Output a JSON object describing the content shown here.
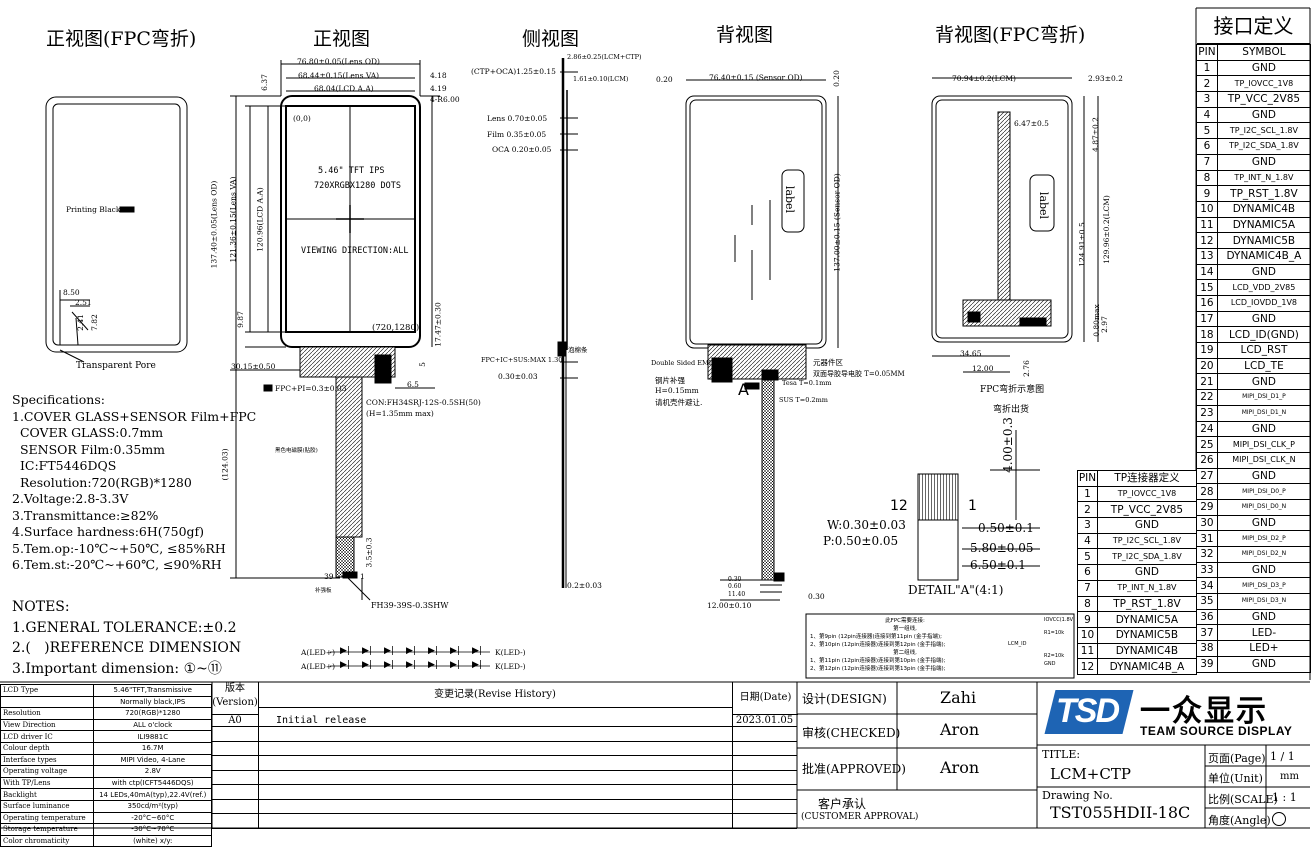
{
  "views": {
    "front_fpc_bent": "正视图(FPC弯折)",
    "front": "正视图",
    "side": "侧视图",
    "back": "背视图",
    "back_fpc_bent": "背视图(FPC弯折)"
  },
  "front_bent_labels": {
    "printing_black": "Printing Black",
    "transparent_pore": "Transparent Pore",
    "d1": "8.50",
    "d2": "2.51",
    "d3": "2.41",
    "d4": "7.82"
  },
  "front_labels": {
    "d_lens_od": "76.80±0.05(Lens OD)",
    "d_lens_va": "68.44±0.15(Lens VA)",
    "d_lcd_aa": "68.04(LCD A.A)",
    "r_418": "4.18",
    "r_419": "4.19",
    "r_4r": "4-R6.00",
    "l_637": "6.37",
    "origin": "(0,0)",
    "panel_line1": "5.46\" TFT IPS",
    "panel_line2": "720XRGBX1280 DOTS",
    "panel_line3": "VIEWING DIRECTION:ALL",
    "corner": "(720,1280)",
    "v_lens_od": "137.40±0.05(Lens OD)",
    "v_lens_va": "121.36±0.15(Lens VA)",
    "v_lcd_aa": "120.96(LCD A.A)",
    "v_987": "9.87",
    "v_1747": "17.47±0.30",
    "h_3015": "30.15±0.50",
    "h_65": "6.5",
    "v_5": "5",
    "fpc_pi": "FPC+PI=0.3±0.03",
    "con": "CON:FH34SRJ-12S-0.5SH(50)",
    "con_h": "(H=1.35mm max)",
    "black_tape": "黑色电磁膜(贴胶)",
    "v_124": "(124.03)",
    "v_35": "3.5±0.3",
    "pin39": "39",
    "pin1": "1",
    "fh39": "FH39-39S-0.3SHW",
    "stiffener": "补强板"
  },
  "side_labels": {
    "total": "2.86±0.25(LCM+CTP)",
    "ctp": "(CTP+OCA)1.25±0.15",
    "lcm": "1.61±0.10(LCM)",
    "lens": "Lens 0.70±0.05",
    "film": "Film 0.35±0.05",
    "oca": "OCA 0.20±0.05",
    "fpc_ic": "FPC+IC+SUS:MAX 1.30",
    "t030": "0.30±0.03",
    "t02": "0.2±0.03",
    "foam": "泡棉条"
  },
  "back_labels": {
    "left": "0.20",
    "top": "76.40±0.15 (Sensor OD)",
    "right": "0.20",
    "label": "label",
    "v_sensor": "137.00±0.15 (Sensor OD)",
    "tape": "Double Sided EMI",
    "comp": "元器件区",
    "tape2": "双面导胶导电胶 T=0.05MM",
    "steel": "钢片补强",
    "steel_h": "H=0.15mm",
    "note": "请机壳件避让.",
    "A": "A",
    "tesa": "Tesa T=0.1mm",
    "sus": "SUS T=0.2mm",
    "b030": "0.30",
    "b060": "0.60",
    "b11": "11.40",
    "b12": "12.00±0.10",
    "b030b": "0.30"
  },
  "back_bent_labels": {
    "d_lcm": "70.94±0.2(LCM)",
    "r293": "2.93±0.2",
    "fpc_w": "6.47±0.5",
    "v487": "4.87±0.2",
    "label": "label",
    "v12491": "124.91±0.5",
    "v12996": "129.96±0.2(LCM)",
    "v080": "0.80max",
    "v297": "2.97",
    "h3465": "34.65",
    "h12": "12.00",
    "v276": "2.76",
    "caption": "FPC弯折示意图",
    "caption2": "弯折出货"
  },
  "detail": {
    "n12": "12",
    "n1": "1",
    "v400": "4.00±0.3",
    "w": "W:0.30±0.03",
    "p": "P:0.50±0.05",
    "d050": "0.50±0.1",
    "d580": "5.80±0.05",
    "d650": "6.50±0.1",
    "title": "DETAIL\"A\"(4:1)"
  },
  "specifications": {
    "heading": "Specifications:",
    "lines": [
      "1.COVER GLASS+SENSOR Film+FPC",
      "  COVER GLASS:0.7mm",
      "  SENSOR Film:0.35mm",
      "  IC:FT5446DQS",
      "  Resolution:720(RGB)*1280",
      "2.Voltage:2.8-3.3V",
      "3.Transmittance:≥82%",
      "4.Surface hardness:6H(750gf)",
      "5.Tem.op:-10℃~+50℃, ≤85%RH",
      "6.Tem.st:-20℃~+60℃, ≤90%RH"
    ]
  },
  "notes": {
    "heading": "NOTES:",
    "lines": [
      "1.GENERAL TOLERANCE:±0.2",
      "2.(   )REFERENCE DIMENSION",
      "3.Important dimension: ①~⑪"
    ]
  },
  "led": {
    "a1": "A(LED+)",
    "a2": "A(LED+)",
    "k1": "K(LED-)",
    "k2": "K(LED-)"
  },
  "tp_note": {
    "h1": "此FPC需要连接:",
    "h2": "第一组线,",
    "l1": "1、第9pin (12pin连接器)连接到第11pin (金手指端);",
    "l2": "2、第10pin (12pin连接器)连接到第12pin (金手指端);",
    "h3": "第二组线,",
    "l3": "1、第11pin (12pin连接器)连接到第10pin (金手指端);",
    "l4": "2、第12pin (12pin连接器)连接到第13pin (金手指端);",
    "c1": "IOVCC(1.8V)",
    "c2": "R1=10k",
    "c3": "LCM_ID",
    "c4": "R2=10k",
    "c5": "GND"
  },
  "interface": {
    "title": "接口定义",
    "h_pin": "PIN",
    "h_symbol": "SYMBOL",
    "rows": [
      [
        "1",
        "GND"
      ],
      [
        "2",
        "TP_IOVCC_1V8"
      ],
      [
        "3",
        "TP_VCC_2V85"
      ],
      [
        "4",
        "GND"
      ],
      [
        "5",
        "TP_I2C_SCL_1.8V"
      ],
      [
        "6",
        "TP_I2C_SDA_1.8V"
      ],
      [
        "7",
        "GND"
      ],
      [
        "8",
        "TP_INT_N_1.8V"
      ],
      [
        "9",
        "TP_RST_1.8V"
      ],
      [
        "10",
        "DYNAMIC4B"
      ],
      [
        "11",
        "DYNAMIC5A"
      ],
      [
        "12",
        "DYNAMIC5B"
      ],
      [
        "13",
        "DYNAMIC4B_A"
      ],
      [
        "14",
        "GND"
      ],
      [
        "15",
        "LCD_VDD_2V85"
      ],
      [
        "16",
        "LCD_IOVDD_1V8"
      ],
      [
        "17",
        "GND"
      ],
      [
        "18",
        "LCD_ID(GND)"
      ],
      [
        "19",
        "LCD_RST"
      ],
      [
        "20",
        "LCD_TE"
      ],
      [
        "21",
        "GND"
      ],
      [
        "22",
        "MIPI_DSI_D1_P"
      ],
      [
        "23",
        "MIPI_DSI_D1_N"
      ],
      [
        "24",
        "GND"
      ],
      [
        "25",
        "MIPI_DSI_CLK_P"
      ],
      [
        "26",
        "MIPI_DSI_CLK_N"
      ],
      [
        "27",
        "GND"
      ],
      [
        "28",
        "MIPI_DSI_D0_P"
      ],
      [
        "29",
        "MIPI_DSI_D0_N"
      ],
      [
        "30",
        "GND"
      ],
      [
        "31",
        "MIPI_DSI_D2_P"
      ],
      [
        "32",
        "MIPI_DSI_D2_N"
      ],
      [
        "33",
        "GND"
      ],
      [
        "34",
        "MIPI_DSI_D3_P"
      ],
      [
        "35",
        "MIPI_DSI_D3_N"
      ],
      [
        "36",
        "GND"
      ],
      [
        "37",
        "LED-"
      ],
      [
        "38",
        "LED+"
      ],
      [
        "39",
        "GND"
      ]
    ]
  },
  "tp_connector": {
    "h_pin": "PIN",
    "h_def": "TP连接器定义",
    "rows": [
      [
        "1",
        "TP_IOVCC_1V8"
      ],
      [
        "2",
        "TP_VCC_2V85"
      ],
      [
        "3",
        "GND"
      ],
      [
        "4",
        "TP_I2C_SCL_1.8V"
      ],
      [
        "5",
        "TP_I2C_SDA_1.8V"
      ],
      [
        "6",
        "GND"
      ],
      [
        "7",
        "TP_INT_N_1.8V"
      ],
      [
        "8",
        "TP_RST_1.8V"
      ],
      [
        "9",
        "DYNAMIC5A"
      ],
      [
        "10",
        "DYNAMIC5B"
      ],
      [
        "11",
        "DYNAMIC4B"
      ],
      [
        "12",
        "DYNAMIC4B_A"
      ]
    ]
  },
  "lcd_table": {
    "rows": [
      [
        "LCD Type",
        "5.46\"TFT,Transmissive"
      ],
      [
        "",
        "Normally black,IPS"
      ],
      [
        "Resolution",
        "720(RGB)*1280"
      ],
      [
        "View Direction",
        "ALL o'clock"
      ],
      [
        "LCD driver IC",
        "ILI9881C"
      ],
      [
        "Colour depth",
        "16.7M"
      ],
      [
        "Interface types",
        "MIPI Video, 4-Lane"
      ],
      [
        "Operating voltage",
        "2.8V"
      ],
      [
        "With TP/Lens",
        "with ctp(ICFT5446DQS)"
      ],
      [
        "Backlight",
        "14 LEDs,40mA(typ),22.4V(ref.)"
      ],
      [
        "Surface luminance",
        "350cd/m²(typ)"
      ],
      [
        "Operating temperature",
        "-20°C~60°C"
      ],
      [
        "Storage temperature",
        "-30°C~70°C"
      ],
      [
        "Color chromaticity",
        "(white) x/y:"
      ]
    ]
  },
  "revision": {
    "h_ver": "版本",
    "h_ver2": "(Version)",
    "h_rec": "变更记录(Revise History)",
    "h_date": "日期(Date)",
    "ver": "A0",
    "rec": "Initial release",
    "date": "2023.01.05"
  },
  "title_block": {
    "design_label": "设计(DESIGN)",
    "design": "Zahi",
    "check_label": "审核(CHECKED)",
    "check": "Aron",
    "approve_label": "批准(APPROVED)",
    "approve": "Aron",
    "cust_label": "客户承认",
    "cust_label2": "(CUSTOMER APPROVAL)",
    "logo": "TSD",
    "brand_cn": "一众显示",
    "brand_en": "TEAM SOURCE DISPLAY",
    "title_label": "TITLE:",
    "title": "LCM+CTP",
    "drawing_label": "Drawing No.",
    "drawing": "TST055HDII-18C",
    "page_label": "页面(Page)",
    "page": "1 / 1",
    "unit_label": "单位(Unit)",
    "unit": "mm",
    "scale_label": "比例(SCALE)",
    "scale": "1 : 1",
    "angle_label": "角度(Angle)"
  }
}
